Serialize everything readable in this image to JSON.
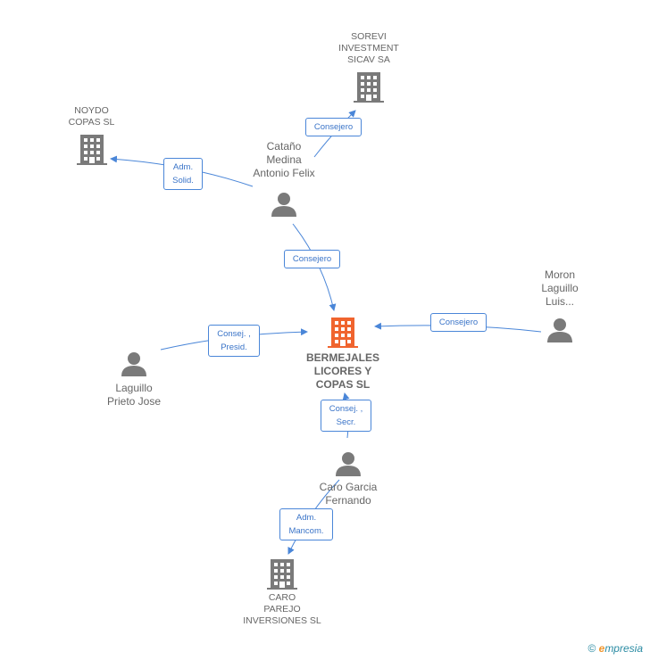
{
  "nodes": {
    "sorevi": {
      "label": "SOREVI\nINVESTMENT\nSICAV SA",
      "type": "company"
    },
    "noydo": {
      "label": "NOYDO\nCOPAS SL",
      "type": "company"
    },
    "catano": {
      "label": "Cataño\nMedina\nAntonio Felix",
      "type": "person"
    },
    "moron": {
      "label": "Moron\nLaguillo\nLuis...",
      "type": "person"
    },
    "bermejales": {
      "label": "BERMEJALES\nLICORES Y\nCOPAS SL",
      "type": "company",
      "focus": true
    },
    "laguillo": {
      "label": "Laguillo\nPrieto Jose",
      "type": "person"
    },
    "caro": {
      "label": "Caro Garcia\nFernando",
      "type": "person"
    },
    "caro_parejo": {
      "label": "CARO\nPAREJO\nINVERSIONES SL",
      "type": "company"
    }
  },
  "edges": {
    "catano_sorevi": "Consejero",
    "catano_noydo": "Adm.\nSolid.",
    "catano_bermejales": "Consejero",
    "moron_bermejales": "Consejero",
    "laguillo_bermejales": "Consej. ,\nPresid.",
    "caro_bermejales": "Consej. ,\nSecr.",
    "caro_caroparejo": "Adm.\nMancom."
  },
  "colors": {
    "edge": "#4a86d8",
    "icon": "#7a7a7a",
    "focus_icon": "#f0642e"
  },
  "footer": {
    "copyright": "©",
    "brand_e": "e",
    "brand_rest": "mpresia"
  }
}
